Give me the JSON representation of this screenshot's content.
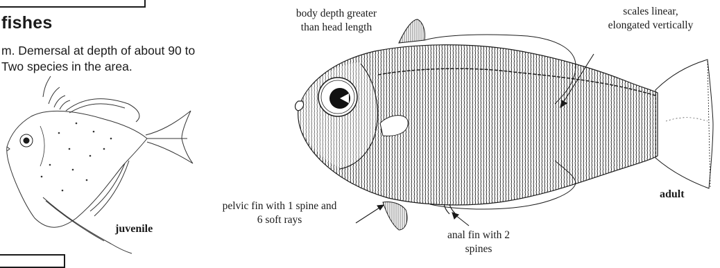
{
  "header": {
    "family_title": "fishes",
    "description_line_1": "m. Demersal at depth of about 90 to",
    "description_line_2": "Two species in the area."
  },
  "juvenile_figure": {
    "label": "juvenile"
  },
  "adult_figure": {
    "label": "adult",
    "annotations": {
      "body_depth_line_1": "body depth greater",
      "body_depth_line_2": "than head length",
      "scales_line_1": "scales linear,",
      "scales_line_2": "elongated vertically",
      "pelvic_line_1": "pelvic fin with 1 spine and",
      "pelvic_line_2": "6 soft rays",
      "anal_line_1": "anal fin with 2",
      "anal_line_2": "spines"
    }
  },
  "colors": {
    "ink": "#1a1a1a",
    "paper": "#ffffff"
  }
}
